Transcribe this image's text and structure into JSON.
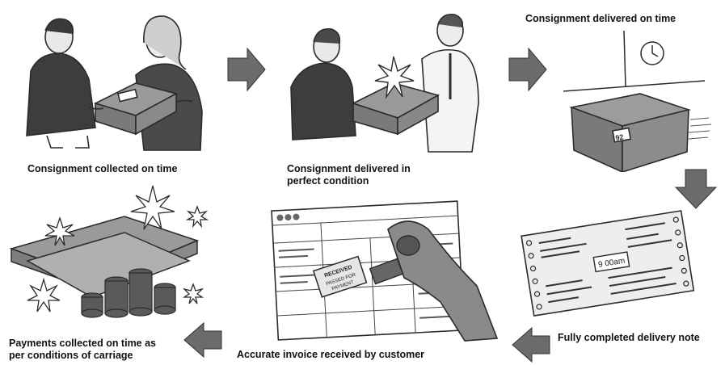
{
  "steps": [
    {
      "caption": "Consignment collected on time",
      "icon": "handover-people-icon"
    },
    {
      "caption_lines": [
        "Consignment delivered in",
        "perfect condition"
      ],
      "icon": "delivery-people-icon"
    },
    {
      "caption": "Consignment delivered on time",
      "icon": "clock-parcel-icon"
    },
    {
      "caption": "Fully completed delivery note",
      "icon": "delivery-note-icon",
      "note_time": "9 00am"
    },
    {
      "caption": "Accurate invoice received by customer",
      "icon": "invoice-stamp-icon",
      "stamp_lines": [
        "RECEIVED",
        "PASSED FOR",
        "PAYMENT"
      ]
    },
    {
      "caption_lines": [
        "Payments collected on time as",
        "per conditions of carriage"
      ],
      "icon": "money-coins-icon"
    }
  ],
  "arrow_color": "#6b6b6b",
  "ink_color": "#2b2b2b"
}
